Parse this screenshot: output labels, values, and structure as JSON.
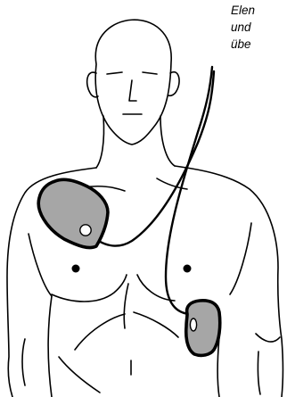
{
  "instruction_text": {
    "line1": "Elen",
    "line2": "und",
    "line3": "übe"
  },
  "colors": {
    "pad_fill": "#a6a6a6",
    "outline": "#000000",
    "background": "#ffffff"
  }
}
